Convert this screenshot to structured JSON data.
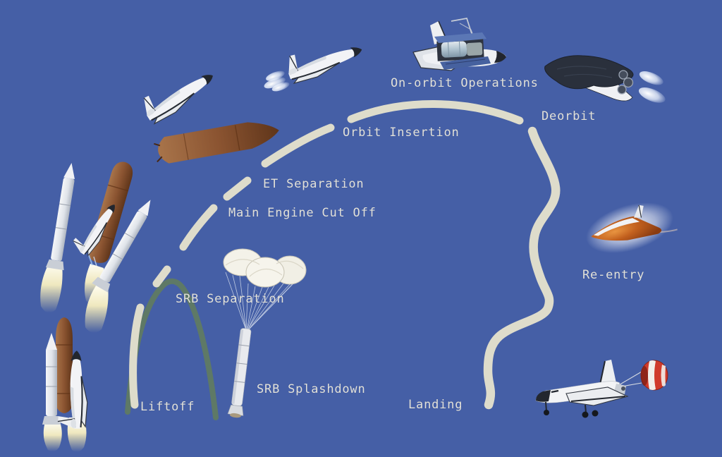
{
  "colors": {
    "background": "#455FA6",
    "label_text": "#E2E1D9",
    "flight_path": "#DEDCCB",
    "srb_trajectory": "#5E7966",
    "external_tank": "#8B5431",
    "reentry_glow": "#C2601E",
    "drag_chute_red": "#D03A2B"
  },
  "stages": [
    {
      "id": "liftoff",
      "label": "Liftoff"
    },
    {
      "id": "srb-separation",
      "label": "SRB Separation"
    },
    {
      "id": "srb-splashdown",
      "label": "SRB Splashdown"
    },
    {
      "id": "main-engine-cut-off",
      "label": "Main Engine Cut Off"
    },
    {
      "id": "et-separation",
      "label": "ET Separation"
    },
    {
      "id": "orbit-insertion",
      "label": "Orbit Insertion"
    },
    {
      "id": "on-orbit-operations",
      "label": "On-orbit Operations"
    },
    {
      "id": "deorbit",
      "label": "Deorbit"
    },
    {
      "id": "re-entry",
      "label": "Re-entry"
    },
    {
      "id": "landing",
      "label": "Landing"
    }
  ],
  "illustrations": [
    "liftoff-shuttle-stack-icon",
    "srb-separation-icon",
    "srb-parachute-icon",
    "post-meco-orbiter-icon",
    "falling-external-tank-icon",
    "orbit-insertion-orbiter-icon",
    "on-orbit-orbiter-icon",
    "deorbit-orbiter-icon",
    "reentry-orbiter-icon",
    "landing-orbiter-icon"
  ]
}
